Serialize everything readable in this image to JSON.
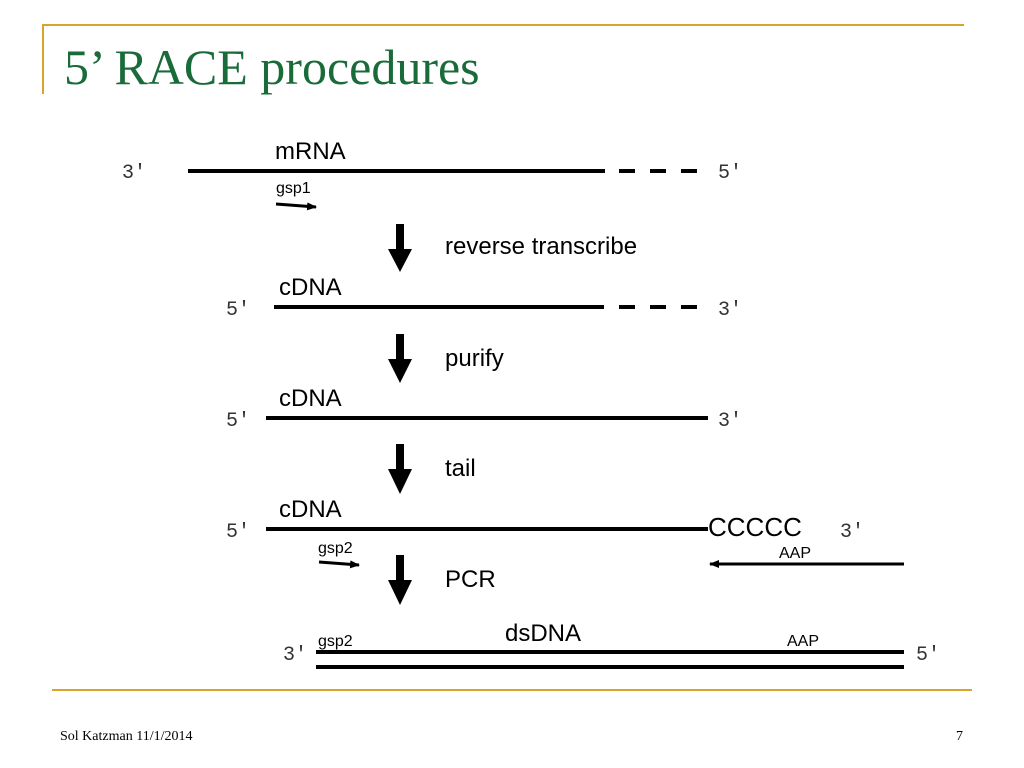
{
  "slide": {
    "title": "5’ RACE procedures",
    "footer": "Sol Katzman 11/1/2014",
    "page_number": "7"
  },
  "colors": {
    "title": "#1a6b3a",
    "accent": "#d9a42b",
    "ink": "#000000"
  },
  "diagram": {
    "mrna": {
      "label": "mRNA",
      "left_end": "3′",
      "right_end": "5′",
      "primer": "gsp1"
    },
    "step1": {
      "label": "reverse transcribe"
    },
    "cdna1": {
      "label": "cDNA",
      "left_end": "5′",
      "right_end": "3′"
    },
    "step2": {
      "label": "purify"
    },
    "cdna2": {
      "label": "cDNA",
      "left_end": "5′",
      "right_end": "3′"
    },
    "step3": {
      "label": "tail"
    },
    "cdna3": {
      "label": "cDNA",
      "left_end": "5′",
      "right_end": "3′",
      "tail": "CCCCC",
      "primer_left": "gsp2",
      "primer_right": "AAP"
    },
    "step4": {
      "label": "PCR"
    },
    "dsdna": {
      "label": "dsDNA",
      "left_end": "3′",
      "right_end": "5′",
      "primer_left": "gsp2",
      "primer_right": "AAP"
    }
  }
}
